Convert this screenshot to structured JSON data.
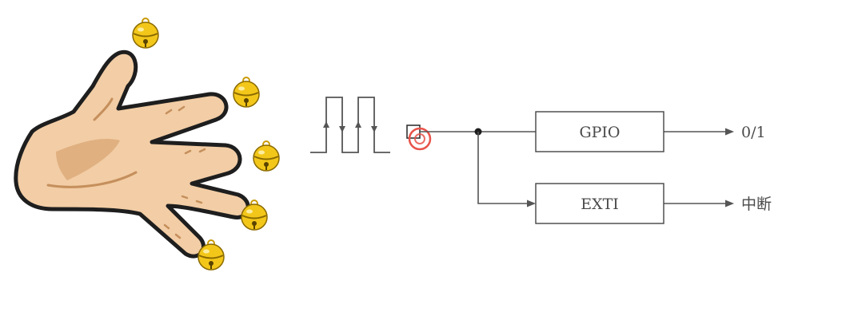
{
  "diagram": {
    "gpio_block": {
      "label": "GPIO"
    },
    "exti_block": {
      "label": "EXTI"
    },
    "outputs": {
      "gpio_output": "0/1",
      "exti_output": "中断"
    },
    "pin_icon": "pin-square-icon",
    "cursor_icon": "red-circle-cursor-icon",
    "hand_icon": "hand-with-bells-icon",
    "bell_icon": "jingle-bell-icon",
    "colors": {
      "line": "#555555",
      "skin": "#f2cda5",
      "skin_shadow": "#d9a574",
      "outline": "#1e1e1e",
      "bell": "#f3c71a",
      "bell_dark": "#c99a06",
      "cursor": "#e8534a"
    }
  }
}
